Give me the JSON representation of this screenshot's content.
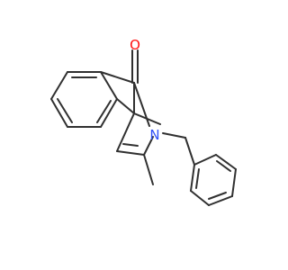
{
  "molecule": {
    "atoms": [
      {
        "id": "O",
        "symbol": "O",
        "color": "#ff0d0d"
      },
      {
        "id": "N",
        "symbol": "N",
        "color": "#3050f8"
      }
    ],
    "bond_color": "#303030",
    "background": "#ffffff"
  }
}
